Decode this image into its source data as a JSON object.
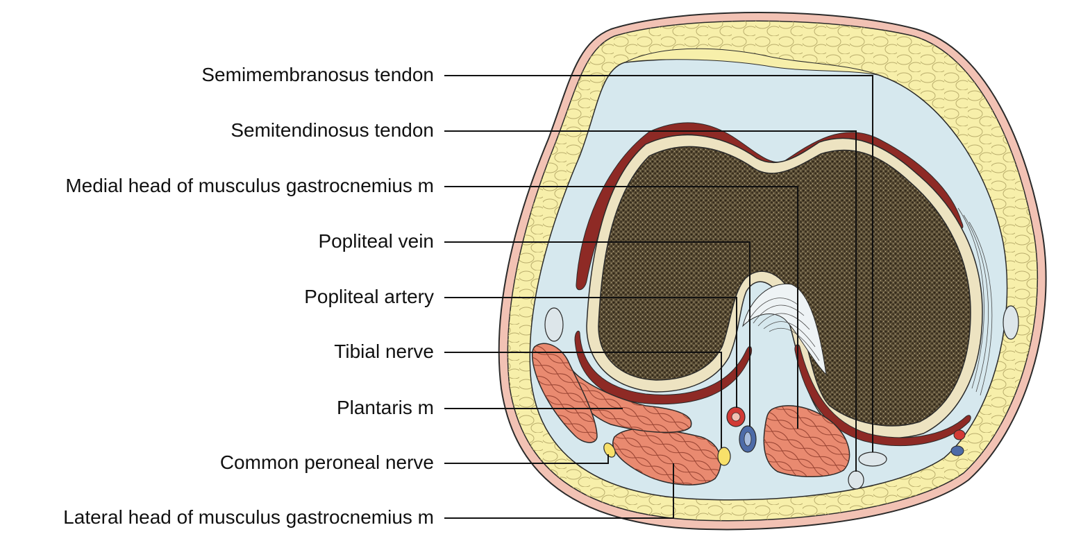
{
  "colors": {
    "skin": "#f2c2b4",
    "fat": "#f7efaa",
    "fat_lines": "#b9ad6c",
    "fascia": "#d6e8ee",
    "bone": "#5e5138",
    "bone_dots": "#2e2518",
    "cartilage": "#ede3c1",
    "capsule": "#8e2a25",
    "muscle": "#e98a70",
    "muscle_lines": "#8f3b2b",
    "artery": "#d23a35",
    "vein": "#4d6ba8",
    "nerve": "#f7e06a",
    "tendon": "#dde6ea",
    "outline": "#2a2a2a",
    "leader": "#111111"
  },
  "labels": [
    {
      "id": "semimembranosus-tendon",
      "text": "Semimembranosus tendon"
    },
    {
      "id": "semitendinosus-tendon",
      "text": "Semitendinosus tendon"
    },
    {
      "id": "medial-gastrocnemius",
      "text": "Medial head of musculus gastrocnemius m"
    },
    {
      "id": "popliteal-vein",
      "text": "Popliteal vein"
    },
    {
      "id": "popliteal-artery",
      "text": "Popliteal artery"
    },
    {
      "id": "tibial-nerve",
      "text": "Tibial nerve"
    },
    {
      "id": "plantaris",
      "text": "Plantaris m"
    },
    {
      "id": "common-peroneal-nerve",
      "text": "Common peroneal nerve"
    },
    {
      "id": "lateral-gastrocnemius",
      "text": "Lateral head of musculus gastrocnemius m"
    }
  ]
}
